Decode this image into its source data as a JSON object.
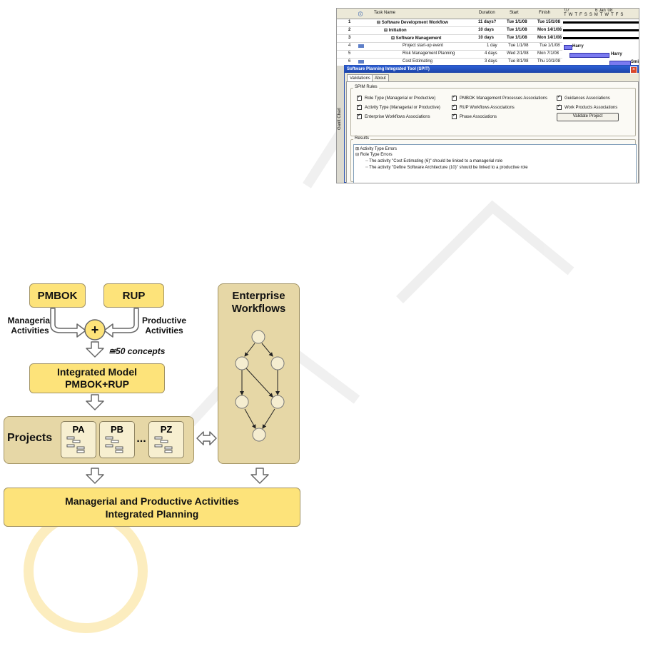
{
  "diagram": {
    "pmbok": "PMBOK",
    "rup": "RUP",
    "managerial_l1": "Managerial",
    "managerial_l2": "Activities",
    "productive_l1": "Productive",
    "productive_l2": "Activities",
    "plus": "+",
    "concepts": "≅50 concepts",
    "integrated_l1": "Integrated Model",
    "integrated_l2": "PMBOK+RUP",
    "projects": "Projects",
    "pa": "PA",
    "pb": "PB",
    "pz": "PZ",
    "ellipsis": "...",
    "enterprise_l1": "Enterprise",
    "enterprise_l2": "Workflows",
    "final_l1": "Managerial and Productive Activities",
    "final_l2": "Integrated Planning"
  },
  "screenshot": {
    "columns": [
      "Task Name",
      "Duration",
      "Start",
      "Finish"
    ],
    "timescale_top": [
      "'07",
      "6 Jan '08"
    ],
    "timescale_days": [
      "T",
      "W",
      "T",
      "F",
      "S",
      "S",
      "M",
      "T",
      "W",
      "T",
      "F",
      "S"
    ],
    "rows": [
      {
        "id": "1",
        "name": "Software Development Workflow",
        "duration": "11 days?",
        "start": "Tue 1/1/08",
        "finish": "Tue 15/1/08"
      },
      {
        "id": "2",
        "name": "Initiation",
        "duration": "10 days",
        "start": "Tue 1/1/08",
        "finish": "Mon 14/1/08"
      },
      {
        "id": "3",
        "name": "Software Management",
        "duration": "10 days",
        "start": "Tue 1/1/08",
        "finish": "Mon 14/1/08"
      },
      {
        "id": "4",
        "name": "Project start-up event",
        "duration": "1 day",
        "start": "Tue 1/1/08",
        "finish": "Tue 1/1/08"
      },
      {
        "id": "5",
        "name": "Risk Management Planning",
        "duration": "4 days",
        "start": "Wed 2/1/08",
        "finish": "Mon 7/1/08"
      },
      {
        "id": "6",
        "name": "Cost Estimating",
        "duration": "3 days",
        "start": "Tue 8/1/08",
        "finish": "Thu 10/1/08"
      }
    ],
    "bar_labels": [
      "Harry",
      "Harry",
      "Smi"
    ],
    "side_label": "Gantt Chart",
    "dialog_title": "Software Planning Integrated Tool (SPIT)",
    "close": "×",
    "tabs": [
      "Validations",
      "About"
    ],
    "rules_group": "SPIM Rules",
    "rules": [
      "Role Type (Managerial or Productive)",
      "Activity Type (Managerial or Productive)",
      "Enterprise Workflows Associations",
      "PMBOK Management Processes Associations",
      "RUP Workflows Associations",
      "Phase Associations",
      "Guidances Associations",
      "Work Products Associations"
    ],
    "validate_button": "Validate Project",
    "results_group": "Results",
    "tree_1": "Activity Type Errors",
    "tree_2": "Role Type Errors",
    "tree_2a": "The activity \"Cost Estimating (6)\" should be linked to a managerial role",
    "tree_2b": "The activity \"Define Software Architecture (10)\" should be linked to a productive role"
  },
  "colors": {
    "box_fill": "#fde37a",
    "panel_fill": "#e6d7a6",
    "title_bar": "#1d44a7",
    "gantt_bar": "#7a7af0"
  }
}
